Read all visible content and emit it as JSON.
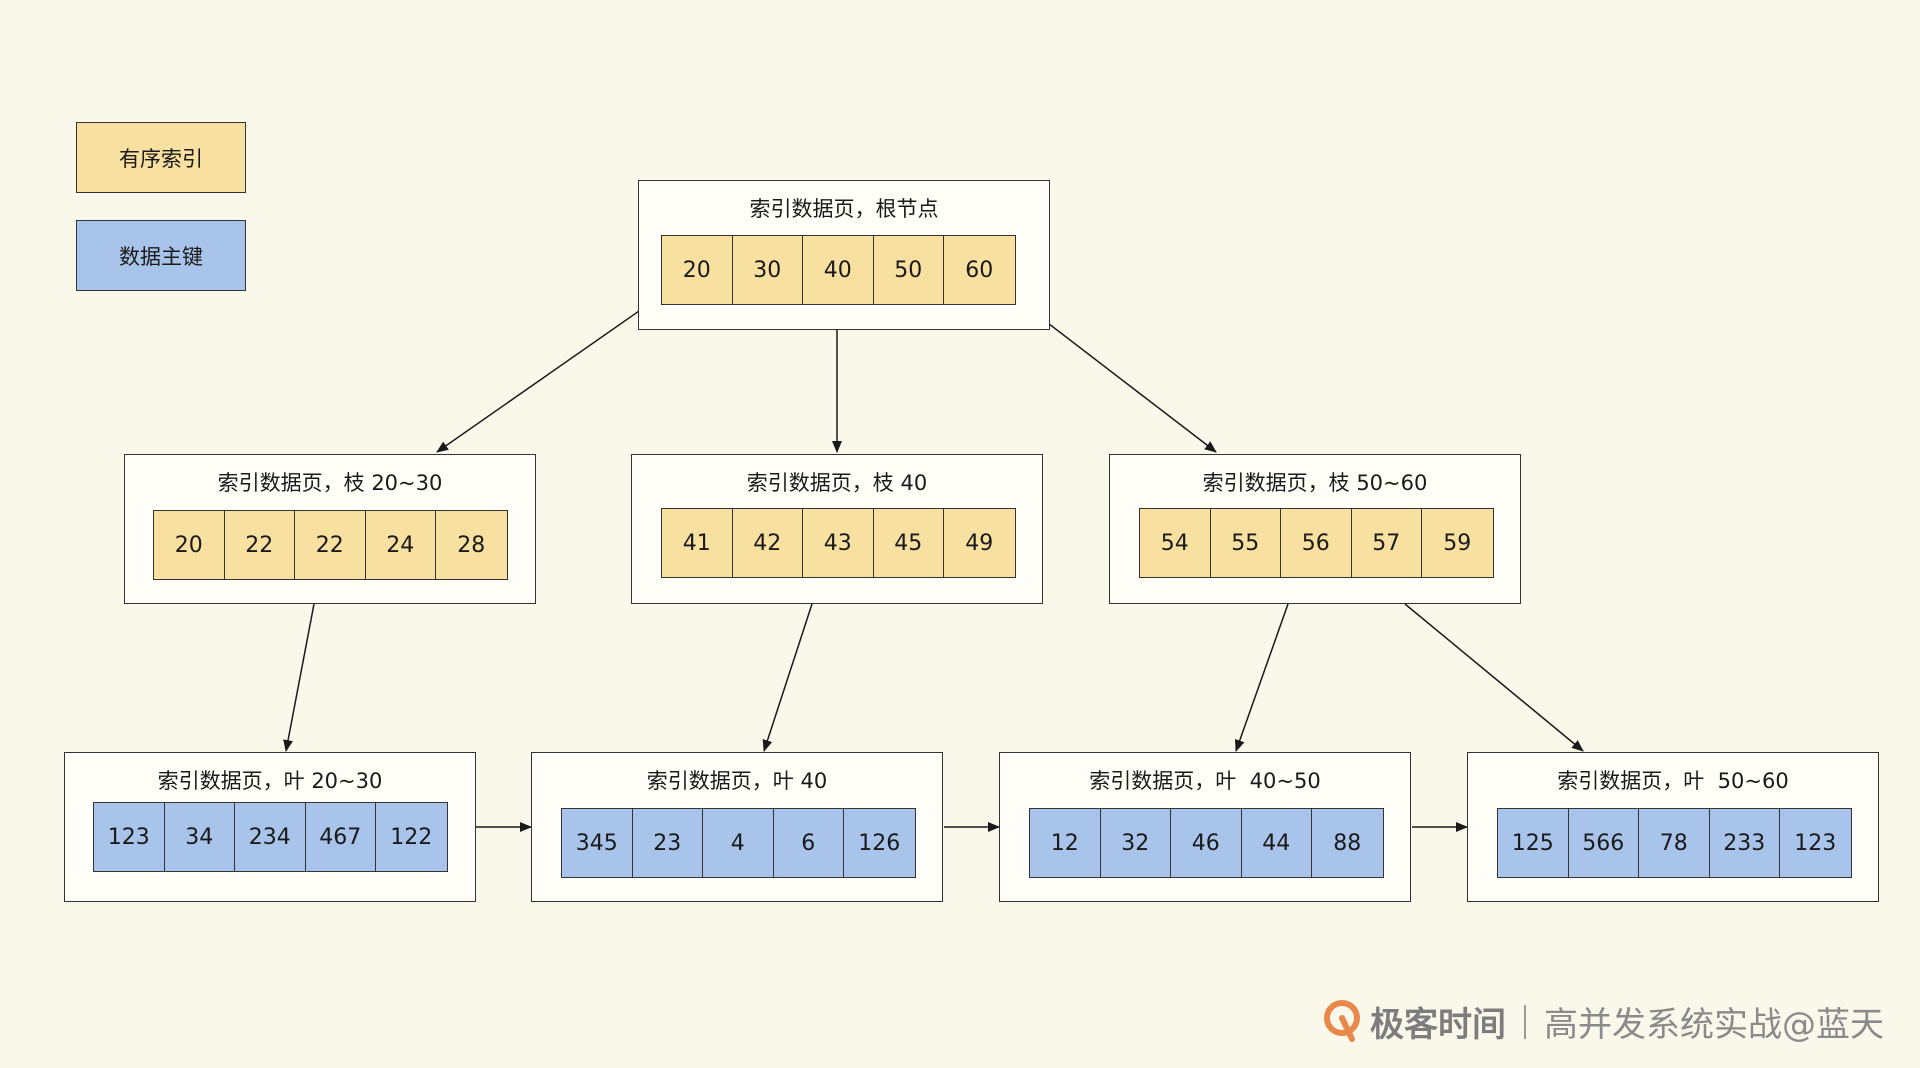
{
  "legend": {
    "index_label": "有序索引",
    "data_label": "数据主键"
  },
  "colors": {
    "index_fill": "#f8e0a1",
    "data_fill": "#a9c4ea",
    "background": "#faf7eb"
  },
  "root": {
    "title": "索引数据页，根节点",
    "cells": [
      "20",
      "30",
      "40",
      "50",
      "60"
    ]
  },
  "branches": [
    {
      "title": "索引数据页，枝 20~30",
      "cells": [
        "20",
        "22",
        "22",
        "24",
        "28"
      ]
    },
    {
      "title": "索引数据页，枝 40",
      "cells": [
        "41",
        "42",
        "43",
        "45",
        "49"
      ]
    },
    {
      "title": "索引数据页，枝 50~60",
      "cells": [
        "54",
        "55",
        "56",
        "57",
        "59"
      ]
    }
  ],
  "leaves": [
    {
      "title": "索引数据页，叶 20~30",
      "cells": [
        "123",
        "34",
        "234",
        "467",
        "122"
      ]
    },
    {
      "title": "索引数据页，叶 40",
      "cells": [
        "345",
        "23",
        "4",
        "6",
        "126"
      ]
    },
    {
      "title": "索引数据页，叶  40~50",
      "cells": [
        "12",
        "32",
        "46",
        "44",
        "88"
      ]
    },
    {
      "title": "索引数据页，叶  50~60",
      "cells": [
        "125",
        "566",
        "78",
        "233",
        "123"
      ]
    }
  ],
  "watermark": {
    "brand": "极客时间",
    "course": "高并发系统实战@蓝天"
  }
}
